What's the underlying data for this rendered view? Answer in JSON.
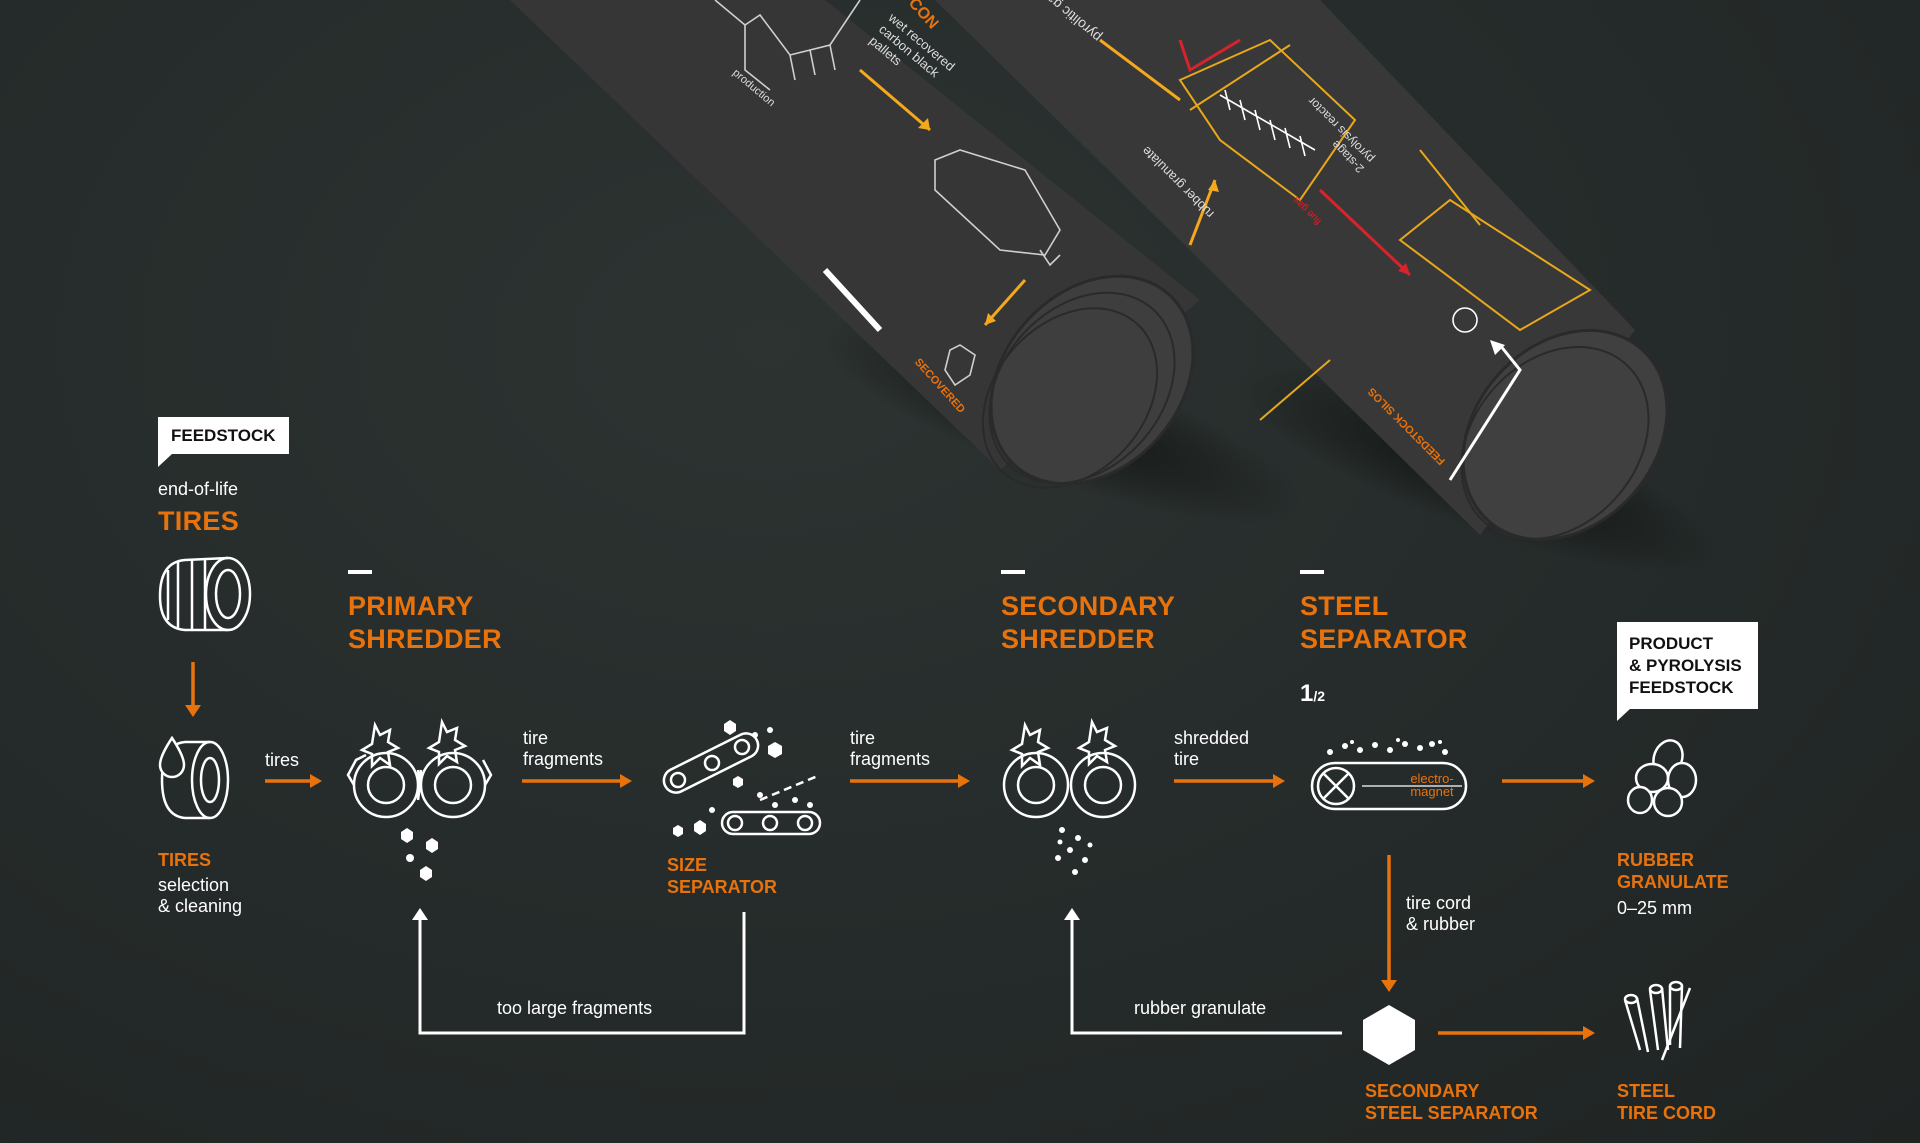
{
  "colors": {
    "background": "#252b2a",
    "accent": "#e8720c",
    "red": "#d8232a",
    "line": "#ffffff"
  },
  "poster": {
    "left_texts": [
      "wet recovered carbon black pallets",
      "production",
      "CON",
      "SECOVERED"
    ],
    "right_texts": [
      "pyrolitic ga",
      "rubber granulate",
      "2-stage pyrolysis reactor",
      "flue gas",
      "FEEDSTOCK SILOS"
    ]
  },
  "feedstock": {
    "tag": "FEEDSTOCK",
    "subtitle": "end-of-life",
    "title": "TIRES",
    "step_title": "TIRES",
    "step_desc_1": "selection",
    "step_desc_2": "& cleaning",
    "arrow_label": "tires"
  },
  "primary": {
    "title_1": "PRIMARY",
    "title_2": "SHREDDER",
    "arrow_label_1": "tire",
    "arrow_label_2": "fragments",
    "loop_label": "too large fragments"
  },
  "size_separator": {
    "title_1": "SIZE",
    "title_2": "SEPARATOR",
    "arrow_label_1": "tire",
    "arrow_label_2": "fragments"
  },
  "secondary": {
    "title_1": "SECONDARY",
    "title_2": "SHREDDER",
    "arrow_label_1": "shredded",
    "arrow_label_2": "tire",
    "loop_label": "rubber granulate"
  },
  "steel": {
    "title_1": "STEEL",
    "title_2": "SEPARATOR",
    "fraction_big": "1",
    "fraction_small": "/2",
    "magnet_1": "electro-",
    "magnet_2": "magnet",
    "down_label_1": "tire cord",
    "down_label_2": "& rubber"
  },
  "product": {
    "tag_1": "PRODUCT",
    "tag_2": "& PYROLYSIS",
    "tag_3": "FEEDSTOCK",
    "title_1": "RUBBER",
    "title_2": "GRANULATE",
    "size": "0–25 mm"
  },
  "secondary_steel": {
    "title_1": "SECONDARY",
    "title_2": "STEEL SEPARATOR"
  },
  "steel_cord": {
    "title_1": "STEEL",
    "title_2": "TIRE CORD"
  }
}
